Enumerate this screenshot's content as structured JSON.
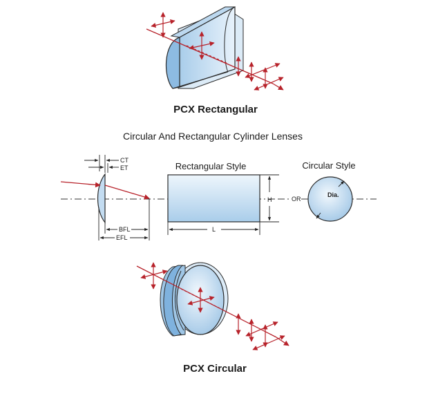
{
  "colors": {
    "ray": "#b7222a",
    "outline": "#2a2a2a",
    "glass_light": "#eef6fc",
    "glass_mid": "#cfe3f4",
    "glass_dark": "#9fc6e6",
    "glass_edge": "#7fb2de"
  },
  "top_figure": {
    "caption": "PCX Rectangular"
  },
  "section_title": "Circular And Rectangular Cylinder Lenses",
  "profile": {
    "ct_label": "CT",
    "et_label": "ET",
    "bfl_label": "BFL",
    "efl_label": "EFL"
  },
  "rect_style": {
    "title": "Rectangular Style",
    "height_label": "H",
    "length_label": "L"
  },
  "or_label": "OR",
  "circ_style": {
    "title": "Circular Style",
    "dia_label": "Dia."
  },
  "bottom_figure": {
    "caption": "PCX Circular"
  }
}
